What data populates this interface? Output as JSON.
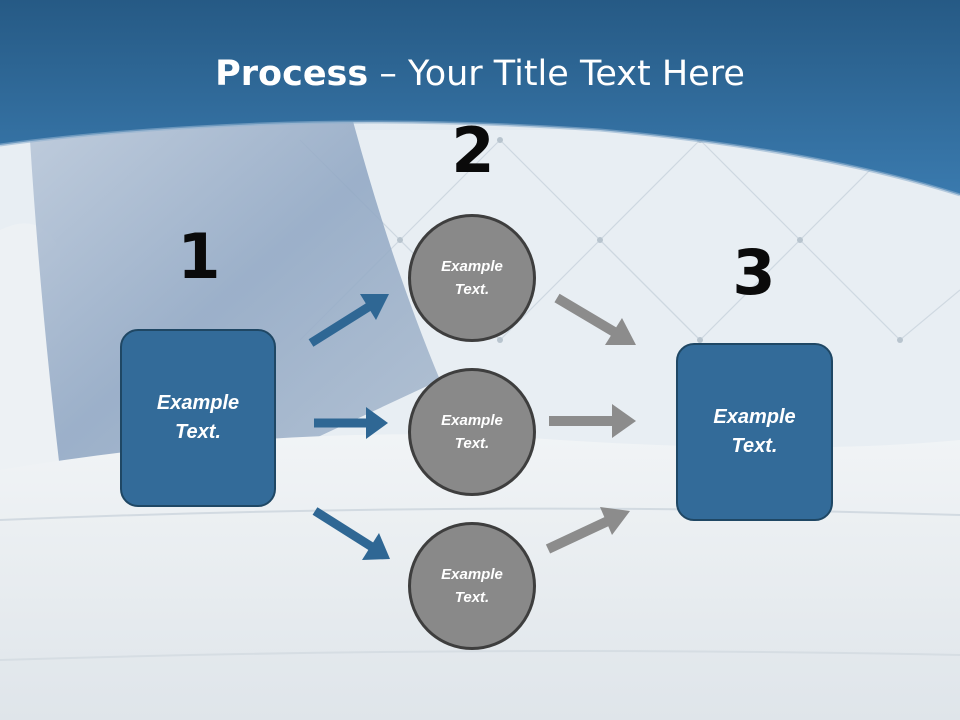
{
  "title": {
    "bold": "Process",
    "rest": " – Your Title Text Here"
  },
  "steps": [
    {
      "number": "1",
      "label": "Example Text."
    },
    {
      "number": "2",
      "items": [
        "Example Text.",
        "Example Text.",
        "Example Text."
      ]
    },
    {
      "number": "3",
      "label": "Example Text."
    }
  ],
  "colors": {
    "header": "#2f6a9c",
    "box_fill": "#336b99",
    "circle_fill": "#898989",
    "blue_arrow": "#2f6794",
    "gray_arrow": "#8c8c8c"
  }
}
